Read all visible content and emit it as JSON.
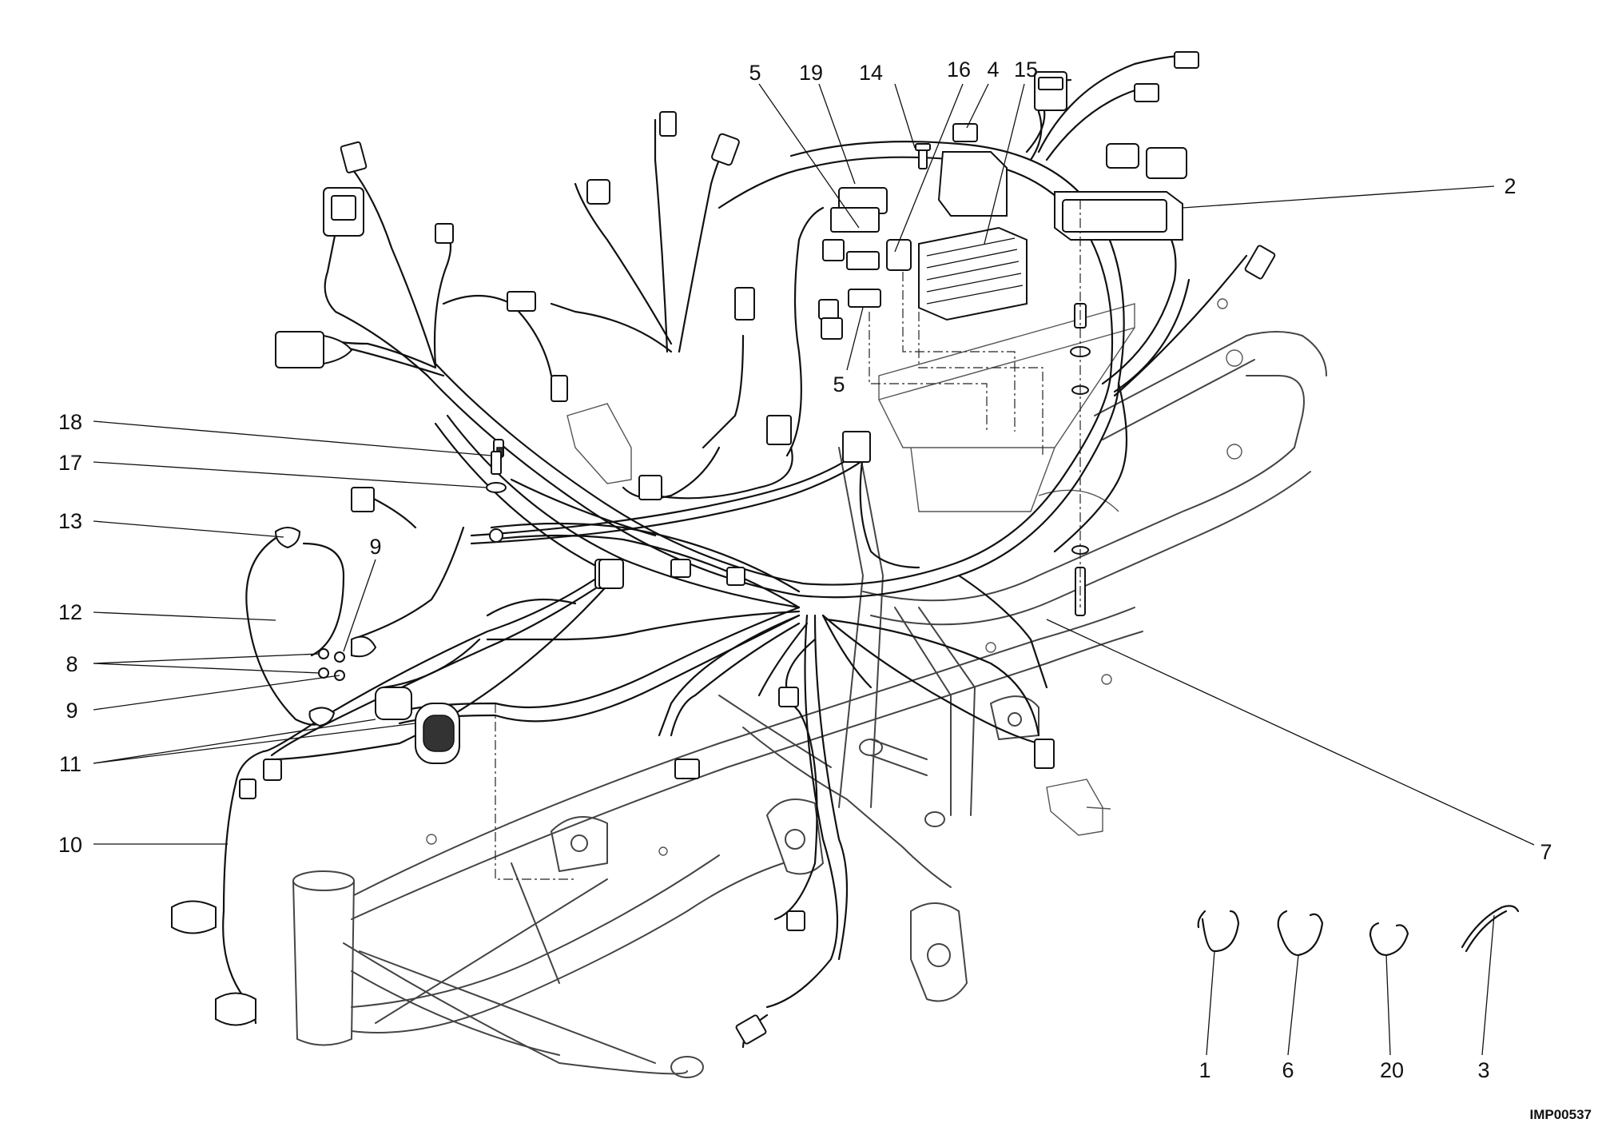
{
  "diagram": {
    "reference_code": "IMP00537",
    "callouts": [
      {
        "id": "c-5-top",
        "label": "5"
      },
      {
        "id": "c-19",
        "label": "19"
      },
      {
        "id": "c-14",
        "label": "14"
      },
      {
        "id": "c-16",
        "label": "16"
      },
      {
        "id": "c-4",
        "label": "4"
      },
      {
        "id": "c-15",
        "label": "15"
      },
      {
        "id": "c-2",
        "label": "2"
      },
      {
        "id": "c-5-mid",
        "label": "5"
      },
      {
        "id": "c-18",
        "label": "18"
      },
      {
        "id": "c-17",
        "label": "17"
      },
      {
        "id": "c-13",
        "label": "13"
      },
      {
        "id": "c-9-top",
        "label": "9"
      },
      {
        "id": "c-12",
        "label": "12"
      },
      {
        "id": "c-8",
        "label": "8"
      },
      {
        "id": "c-9-bot",
        "label": "9"
      },
      {
        "id": "c-11",
        "label": "11"
      },
      {
        "id": "c-10",
        "label": "10"
      },
      {
        "id": "c-7",
        "label": "7"
      },
      {
        "id": "c-1",
        "label": "1"
      },
      {
        "id": "c-6",
        "label": "6"
      },
      {
        "id": "c-20",
        "label": "20"
      },
      {
        "id": "c-3",
        "label": "3"
      }
    ]
  }
}
